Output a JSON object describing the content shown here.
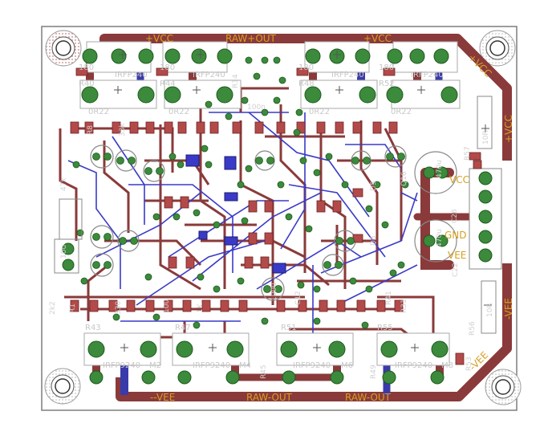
{
  "board": {
    "nets": {
      "vcc_top_1": "+VCC",
      "raw_top": "RAW+OUT",
      "vcc_top_2": "+VCC",
      "vcc_right_a": "+VCC",
      "vcc_right_b": "+VCC",
      "vee_right_a": "-VEE",
      "vee_right_b": "-VEE",
      "vee_bottom_1": "--VEE",
      "raw_bottom_1": "RAW-OUT",
      "raw_bottom_2": "RAW-OUT",
      "vcc_conn": "VCC",
      "gnd_conn": "GND",
      "vee_conn": "VEE"
    },
    "top_parts": [
      {
        "ref": "R40",
        "value": "180",
        "part": "IRFP240",
        "sense": "0R22"
      },
      {
        "ref": "R44",
        "value": "180",
        "part": "IRFP240",
        "sense": "0R22"
      },
      {
        "ref": "R48",
        "value": "180",
        "part": "IRFP240",
        "sense": "0R22"
      },
      {
        "ref": "R52",
        "value": "180",
        "part": "IRFP240",
        "sense": "0R22"
      }
    ],
    "bottom_parts": [
      {
        "ref": "R43",
        "part": "IRFP9240",
        "mref": "M2"
      },
      {
        "ref": "R47",
        "part": "IRFP9240",
        "mref": "M4"
      },
      {
        "ref": "R51",
        "part": "IRFP9240",
        "mref": "M6"
      },
      {
        "ref": "R55",
        "part": "IRFP9240",
        "mref": "M8"
      }
    ],
    "misc_labels": {
      "r14": "R14",
      "c100n": "100n",
      "q16": "Q16",
      "r45": "R45",
      "r49": "R49",
      "r53": "R53",
      "r56": "R56",
      "r57": "R57",
      "r10r_a": "10R",
      "r10r_b": "10R",
      "c470u_a": "470u",
      "c470u_b": "470u",
      "c26": "C26",
      "c22": "C22",
      "c12": "C12",
      "c10u": "10u",
      "c2k2": "2k2",
      "r1": "R1",
      "r41": "R41",
      "r31": "R31",
      "r33k": "33k",
      "r47k": "47k",
      "c100u": "100u",
      "d5": "D5",
      "d6": "D6",
      "r8": "R8",
      "r100": "100",
      "r330": "330",
      "r1k": "1K"
    }
  }
}
